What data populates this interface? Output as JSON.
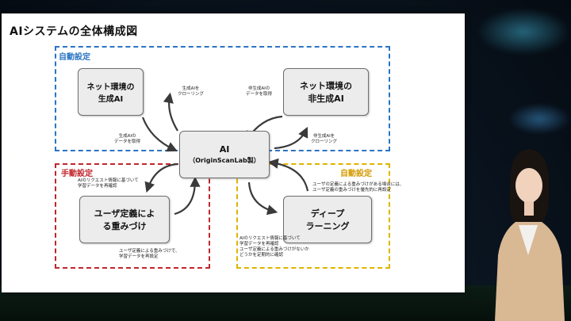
{
  "slide": {
    "title": "AIシステムの全体構成図",
    "regions": {
      "auto_top": {
        "label": "自動設定",
        "color": "#2a74c4"
      },
      "manual": {
        "label": "手動設定",
        "color": "#c0262d"
      },
      "auto_bottom": {
        "label": "自動設定",
        "color": "#e0b400"
      }
    },
    "nodes": {
      "net_gen_ai": "ネット環境の\n生成AI",
      "net_nongen_ai": "ネット環境の\n非生成AI",
      "core_ai_title": "AI",
      "core_ai_sub": "（OriginScanLab製）",
      "user_weighting": "ユーザ定義によ\nる重みづけ",
      "deep_learning": "ディープ\nラーニング"
    },
    "notes": {
      "crawl_gen": "生成AIを\nクローリング",
      "fetch_nongen": "非生成AIの\nデータを取得",
      "fetch_gen": "生成AIの\nデータを取得",
      "crawl_nongen": "非生成AIを\nクローリング",
      "manual_relearn": "AIのリクエスト情報に基づいて\n学習データを再確認",
      "manual_reset": "ユーザ定義による重みづけで、\n学習データを再設定",
      "auto_priority": "ユーザの定義による重みづけがある場合には、\nユーザ定義の重みづけを優先的に再設定",
      "auto_check": "AIのリクエスト情報に基づいて\n学習データを再確認\nユーザ定義による重みづけがないか\nどうかを定期的に確認"
    }
  }
}
